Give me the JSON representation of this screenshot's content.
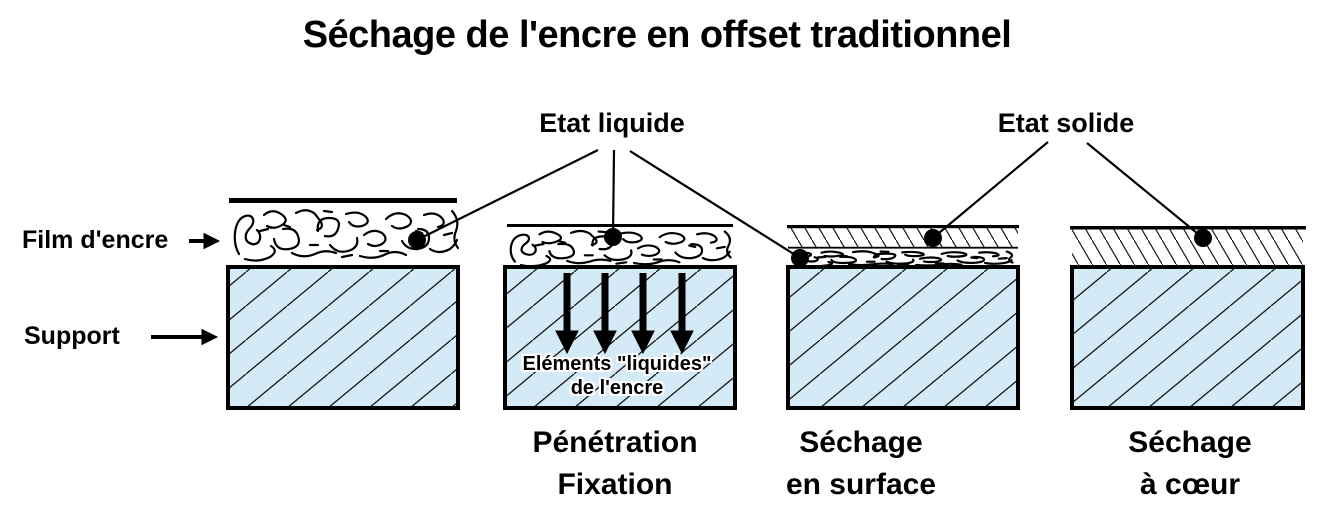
{
  "title": "Séchage de l'encre en offset traditionnel",
  "annotations": {
    "etat_liquide": "Etat liquide",
    "etat_solide": "Etat solide"
  },
  "side_labels": {
    "film_encre": "Film d'encre",
    "support": "Support"
  },
  "inline_label": {
    "line1": "Eléments \"liquides\"",
    "line2": "de l'encre"
  },
  "panels": [
    {
      "id": "film-encre-humide",
      "caption_line1": "",
      "caption_line2": ""
    },
    {
      "id": "penetration-fixation",
      "caption_line1": "Pénétration",
      "caption_line2": "Fixation"
    },
    {
      "id": "sechage-en-surface",
      "caption_line1": "Séchage",
      "caption_line2": "en surface"
    },
    {
      "id": "sechage-a-coeur",
      "caption_line1": "Séchage",
      "caption_line2": "à cœur"
    }
  ],
  "colors": {
    "support_fill": "#d5eaf7",
    "ink": "#000000",
    "background": "#ffffff"
  },
  "icons": {
    "film_pointer": "right-arrow-icon",
    "support_pointer": "right-arrow-icon",
    "penetration_arrows": "down-arrow-icon"
  }
}
